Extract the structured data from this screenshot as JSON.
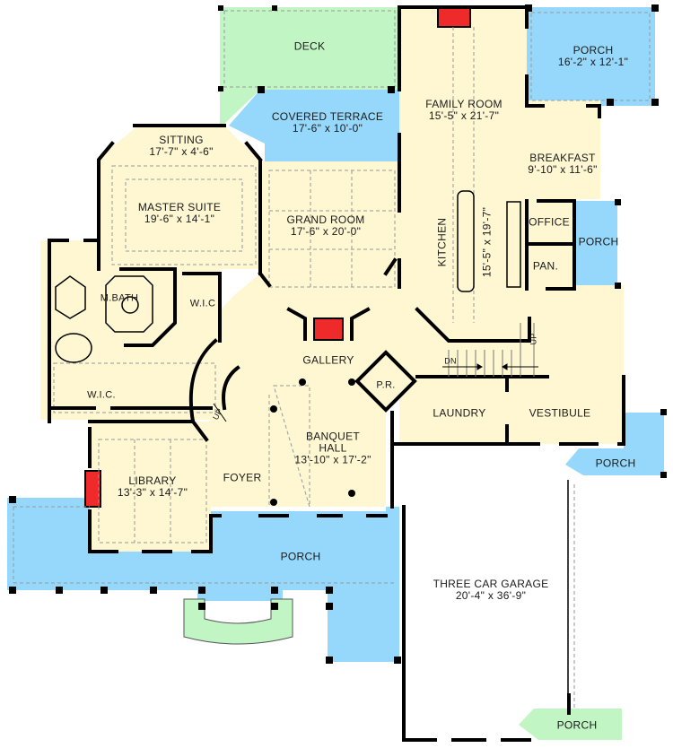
{
  "colors": {
    "interior": "#fef7d2",
    "porch": "#96d8fb",
    "deck": "#c2f5c4",
    "fireplace": "#ee2a2a",
    "wall": "#000000",
    "background": "#ffffff"
  },
  "rooms": {
    "deck": {
      "name": "DECK"
    },
    "covered_terrace": {
      "name": "COVERED TERRACE",
      "dims": "17'-6\" x 10'-0\""
    },
    "family_room": {
      "name": "FAMILY ROOM",
      "dims": "15'-5\" x 21'-7\""
    },
    "porch_rear": {
      "name": "PORCH",
      "dims": "16'-2\" x 12'-1\""
    },
    "breakfast": {
      "name": "BREAKFAST",
      "dims": "9'-10\" x 11'-6\""
    },
    "sitting": {
      "name": "SITTING",
      "dims": "17'-7\" x 4'-6\""
    },
    "master_suite": {
      "name": "MASTER SUITE",
      "dims": "19'-6\" x 14'-1\""
    },
    "grand_room": {
      "name": "GRAND ROOM",
      "dims": "17'-6\" x 20'-0\""
    },
    "kitchen": {
      "name": "KITCHEN",
      "dims": "15'-5\" x 19'-7\""
    },
    "office": {
      "name": "OFFICE"
    },
    "porch_side": {
      "name": "PORCH"
    },
    "pantry": {
      "name": "PAN."
    },
    "master_bath": {
      "name": "M.BATH"
    },
    "wic_upper": {
      "name": "W.I.C"
    },
    "wic_lower": {
      "name": "W.I.C."
    },
    "gallery": {
      "name": "GALLERY"
    },
    "powder_room": {
      "name": "P.R."
    },
    "laundry": {
      "name": "LAUNDRY"
    },
    "vestibule": {
      "name": "VESTIBULE"
    },
    "porch_vestibule": {
      "name": "PORCH"
    },
    "banquet_hall": {
      "name": "BANQUET HALL",
      "line1": "BANQUET",
      "line2": "HALL",
      "dims": "13'-10\" x 17'-2\""
    },
    "library": {
      "name": "LIBRARY",
      "dims": "13'-3\" x 14'-7\""
    },
    "foyer": {
      "name": "FOYER"
    },
    "porch_front": {
      "name": "PORCH"
    },
    "garage": {
      "name": "THREE CAR GARAGE",
      "dims": "20'-4\" x 36'-9\""
    },
    "porch_garage": {
      "name": "PORCH"
    }
  },
  "stairs": {
    "main_up": "UP",
    "rear_up": "UP",
    "rear_down": "DN"
  }
}
